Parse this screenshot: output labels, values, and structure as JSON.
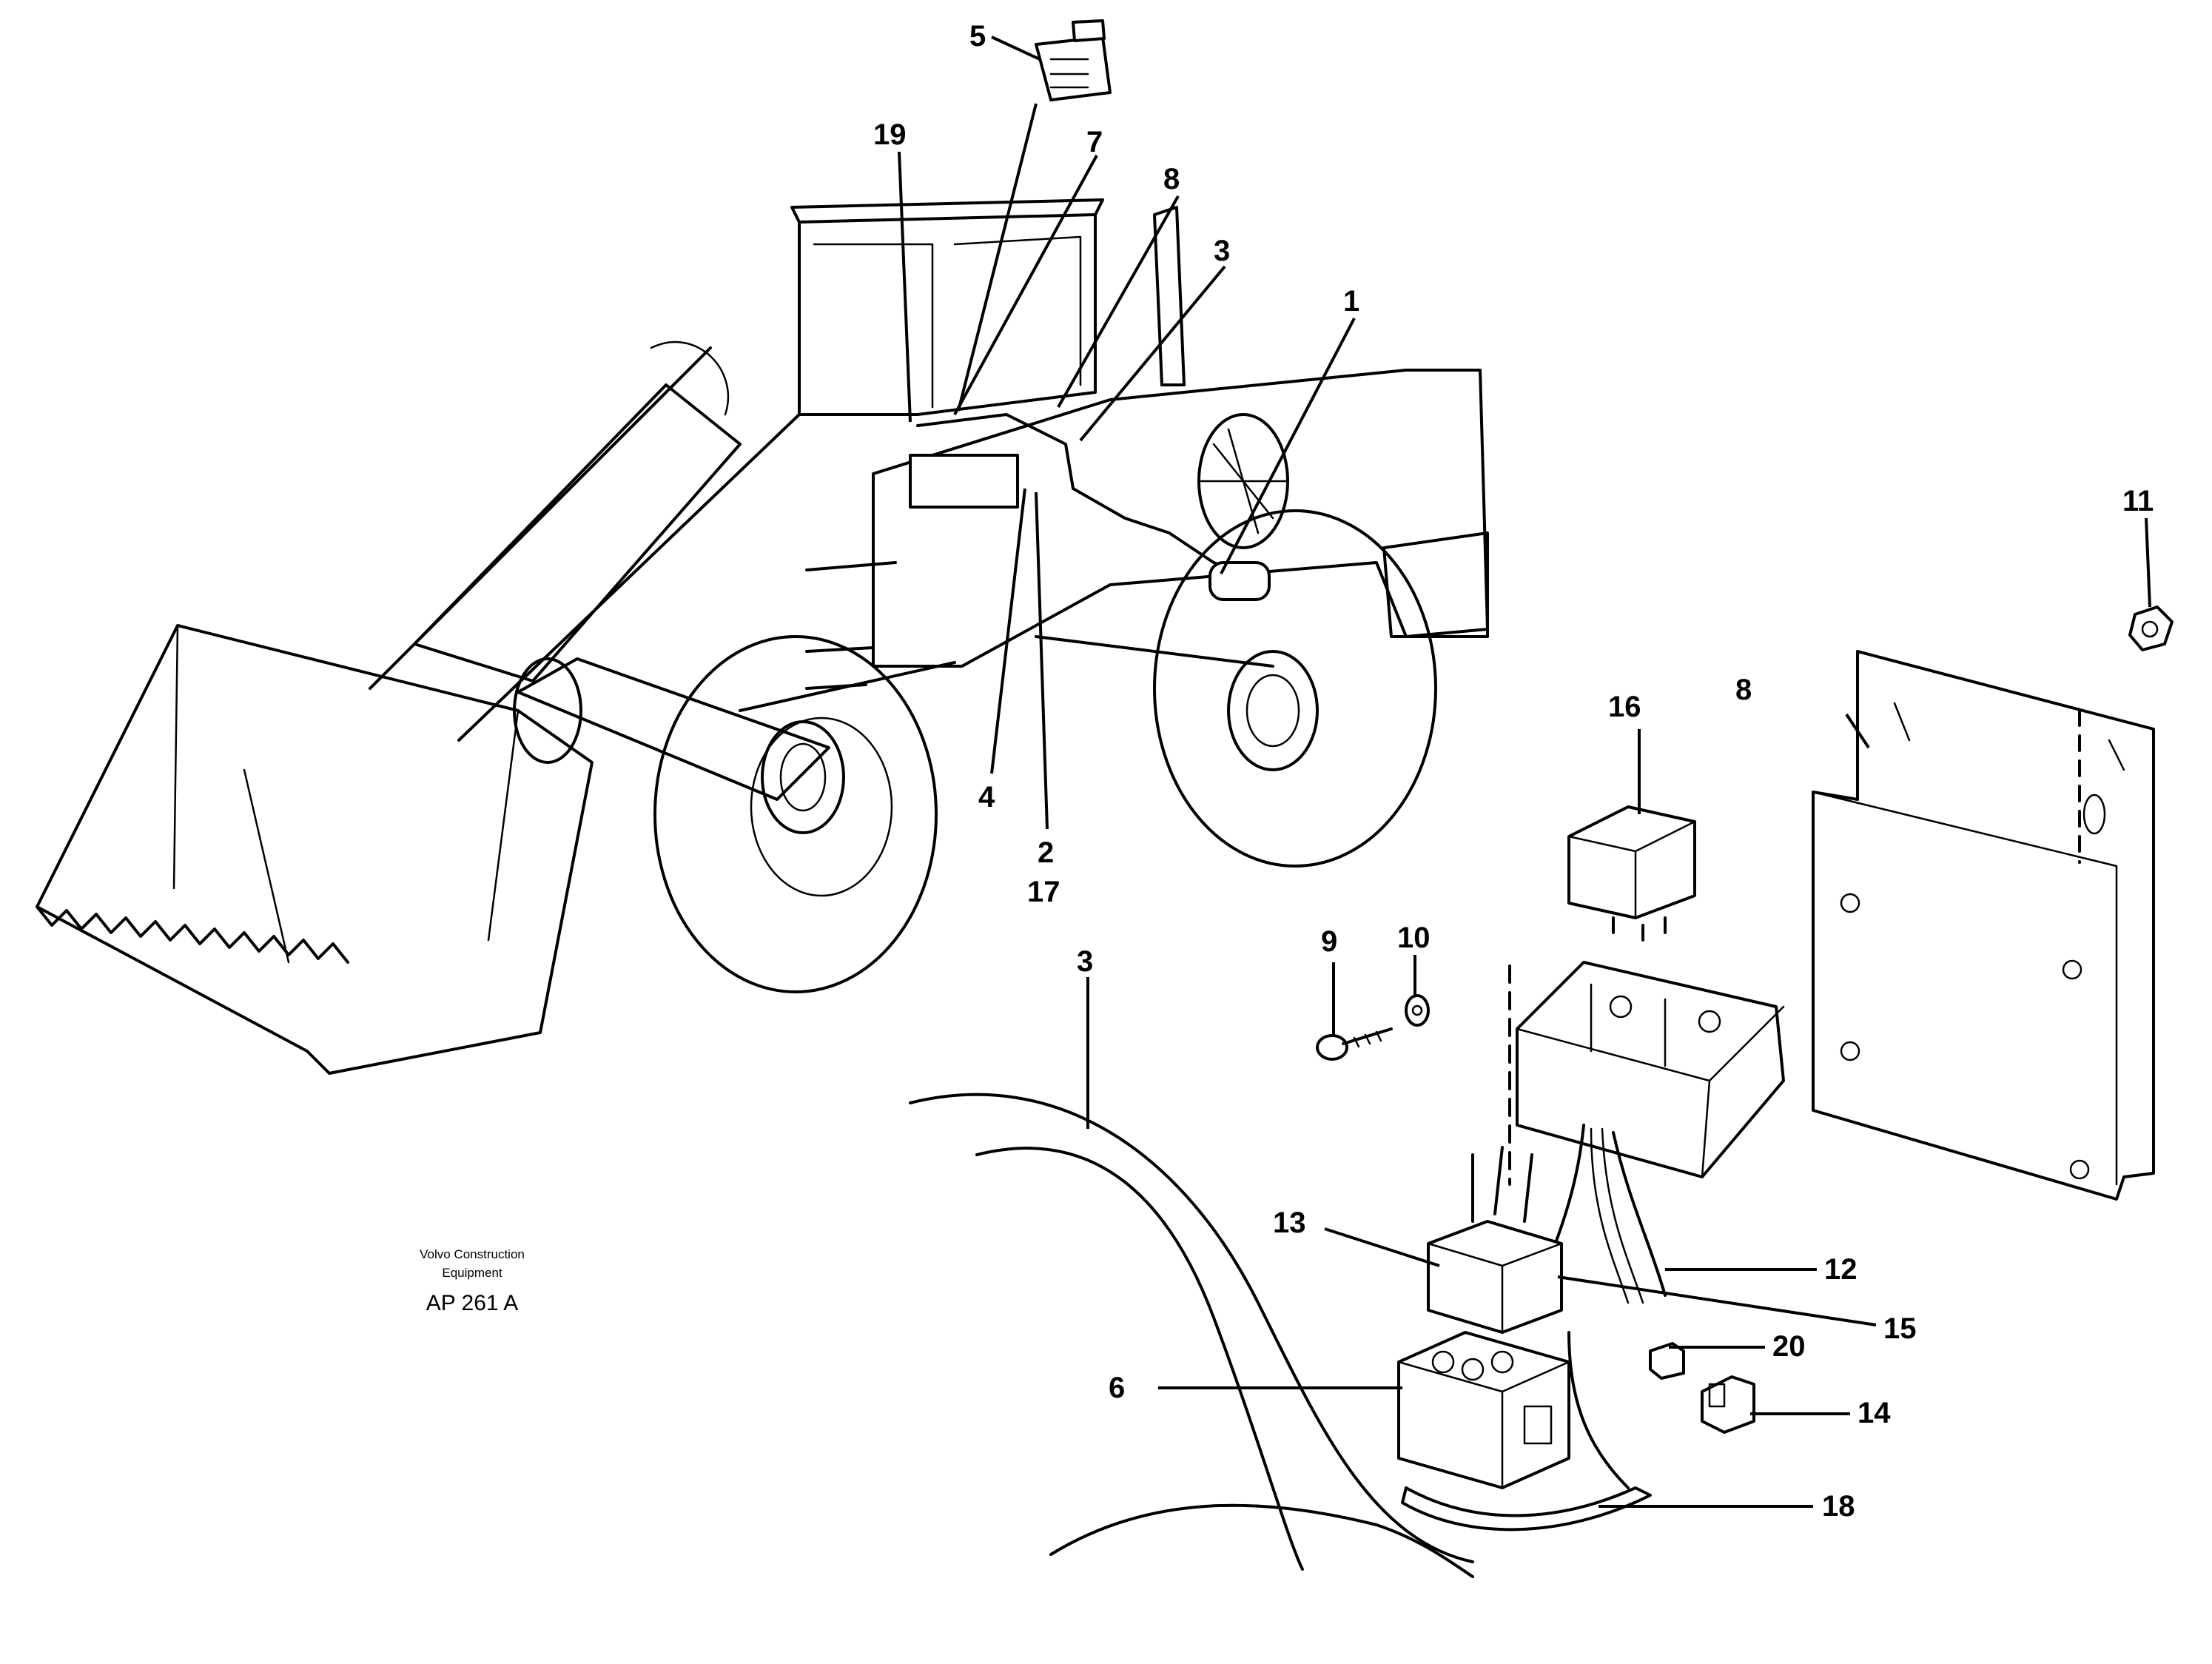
{
  "callouts": {
    "n1": "1",
    "n2": "2",
    "n3_top": "3",
    "n3_bottom": "3",
    "n4": "4",
    "n5": "5",
    "n6": "6",
    "n7": "7",
    "n8_top": "8",
    "n8_bracket": "8",
    "n9": "9",
    "n10": "10",
    "n11": "11",
    "n12": "12",
    "n13": "13",
    "n14": "14",
    "n15": "15",
    "n16": "16",
    "n17": "17",
    "n18": "18",
    "n19": "19",
    "n20": "20"
  },
  "caption": {
    "company_line1": "Volvo Construction",
    "company_line2": "Equipment",
    "code": "AP 261 A"
  }
}
